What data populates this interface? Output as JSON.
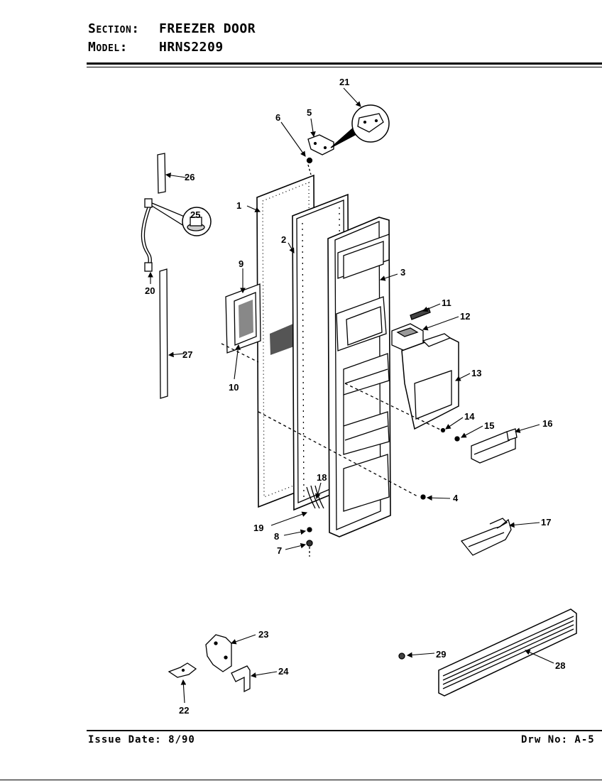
{
  "header": {
    "section_label": "Section:",
    "section_value": "FREEZER DOOR",
    "model_label": "Model:",
    "model_value": "HRNS2209"
  },
  "footer": {
    "issue": "Issue Date: 8/90",
    "drawing": "Drw No: A-5"
  },
  "callouts": {
    "c1": "1",
    "c2": "2",
    "c3": "3",
    "c4": "4",
    "c5": "5",
    "c6": "6",
    "c7": "7",
    "c8": "8",
    "c9": "9",
    "c10": "10",
    "c11": "11",
    "c12": "12",
    "c13": "13",
    "c14": "14",
    "c15": "15",
    "c16": "16",
    "c17": "17",
    "c18": "18",
    "c19": "19",
    "c20": "20",
    "c21": "21",
    "c22": "22",
    "c23": "23",
    "c24": "24",
    "c25": "25",
    "c26": "26",
    "c27": "27",
    "c28": "28",
    "c29": "29"
  }
}
